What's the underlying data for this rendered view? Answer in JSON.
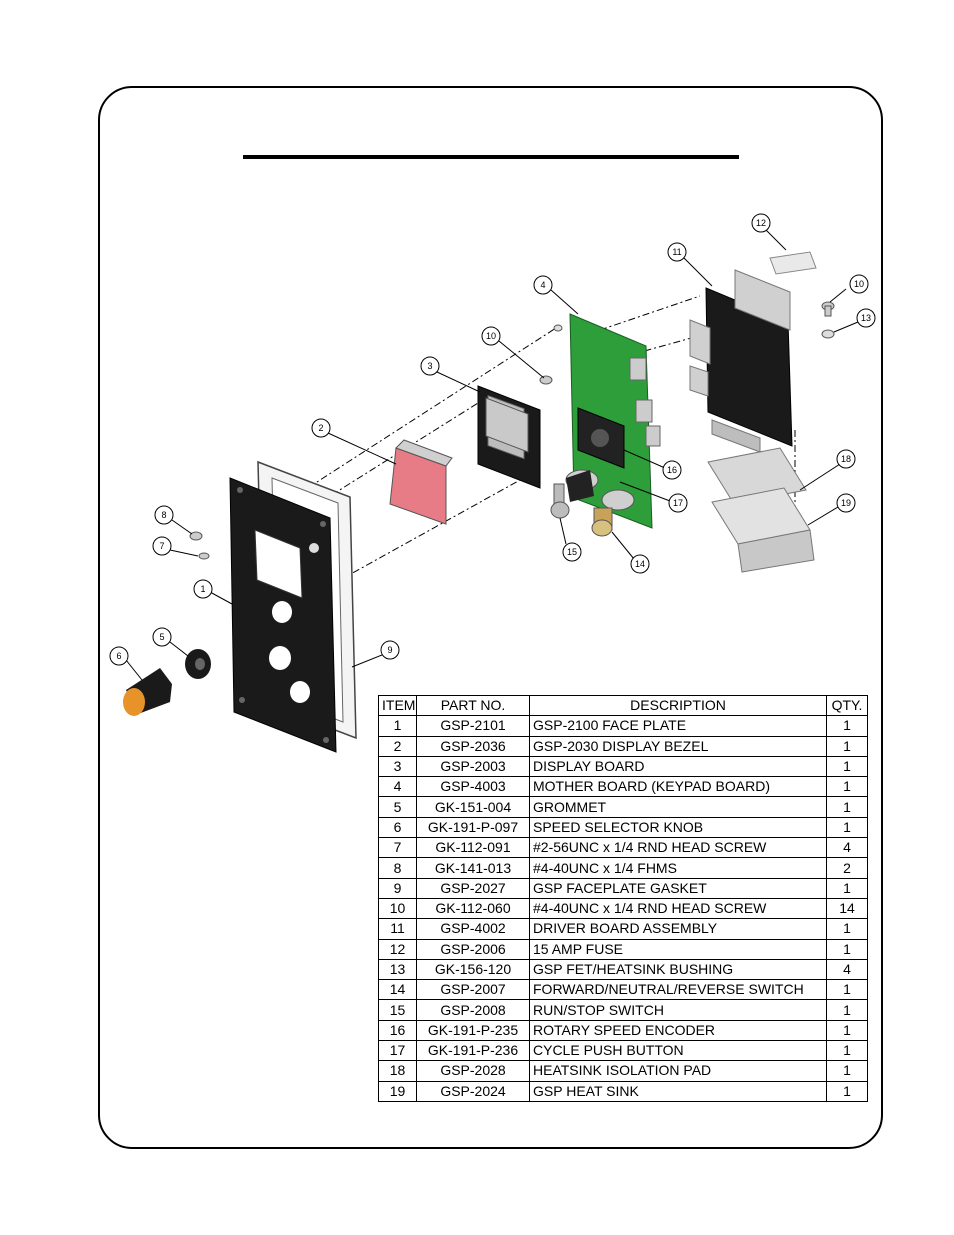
{
  "table": {
    "headers": [
      "ITEM",
      "PART NO.",
      "DESCRIPTION",
      "QTY."
    ],
    "rows": [
      [
        "1",
        "GSP-2101",
        "GSP-2100 FACE PLATE",
        "1"
      ],
      [
        "2",
        "GSP-2036",
        "GSP-2030 DISPLAY BEZEL",
        "1"
      ],
      [
        "3",
        "GSP-2003",
        "DISPLAY BOARD",
        "1"
      ],
      [
        "4",
        "GSP-4003",
        "MOTHER BOARD (KEYPAD BOARD)",
        "1"
      ],
      [
        "5",
        "GK-151-004",
        "GROMMET",
        "1"
      ],
      [
        "6",
        "GK-191-P-097",
        "SPEED SELECTOR KNOB",
        "1"
      ],
      [
        "7",
        "GK-112-091",
        "#2-56UNC x 1/4 RND HEAD SCREW",
        "4"
      ],
      [
        "8",
        "GK-141-013",
        "#4-40UNC x 1/4 FHMS",
        "2"
      ],
      [
        "9",
        "GSP-2027",
        "GSP FACEPLATE GASKET",
        "1"
      ],
      [
        "10",
        "GK-112-060",
        "#4-40UNC x 1/4 RND HEAD SCREW",
        "14"
      ],
      [
        "11",
        "GSP-4002",
        "DRIVER BOARD ASSEMBLY",
        "1"
      ],
      [
        "12",
        "GSP-2006",
        "15 AMP FUSE",
        "1"
      ],
      [
        "13",
        "GK-156-120",
        "GSP FET/HEATSINK BUSHING",
        "4"
      ],
      [
        "14",
        "GSP-2007",
        "FORWARD/NEUTRAL/REVERSE SWITCH",
        "1"
      ],
      [
        "15",
        "GSP-2008",
        "RUN/STOP SWITCH",
        "1"
      ],
      [
        "16",
        "GK-191-P-235",
        "ROTARY SPEED ENCODER",
        "1"
      ],
      [
        "17",
        "GK-191-P-236",
        "CYCLE PUSH BUTTON",
        "1"
      ],
      [
        "18",
        "GSP-2028",
        "HEATSINK ISOLATION PAD",
        "1"
      ],
      [
        "19",
        "GSP-2024",
        "GSP HEAT SINK",
        "1"
      ]
    ]
  },
  "callouts": [
    "1",
    "2",
    "3",
    "4",
    "5",
    "6",
    "7",
    "8",
    "9",
    "10",
    "10",
    "11",
    "12",
    "13",
    "14",
    "15",
    "16",
    "17",
    "18",
    "19"
  ],
  "colors": {
    "board_green": "#2e9e3a",
    "plate_black": "#1a1a1a",
    "bezel_pink": "#e87c86",
    "knob_orange": "#e8922a",
    "heatsink_gray": "#d8d8d8"
  }
}
